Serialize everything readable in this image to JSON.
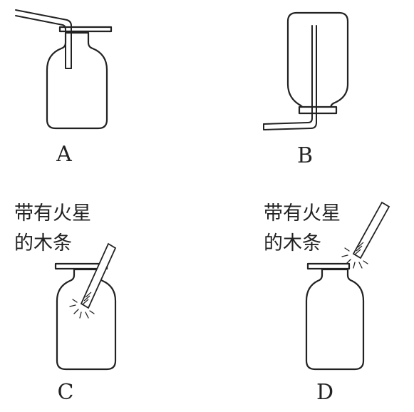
{
  "panels": [
    {
      "label": "A"
    },
    {
      "label": "B"
    },
    {
      "label": "C",
      "caption_line1": "带有火星",
      "caption_line2": "的木条"
    },
    {
      "label": "D",
      "caption_line1": "带有火星",
      "caption_line2": "的木条"
    }
  ]
}
